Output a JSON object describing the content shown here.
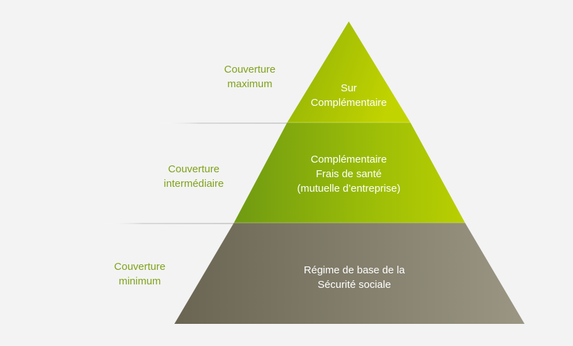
{
  "tiers": [
    {
      "level": "top",
      "lines": [
        "Sur",
        "Complémentaire"
      ]
    },
    {
      "level": "middle",
      "lines": [
        "Complémentaire",
        "Frais de santé",
        "(mutuelle d’entreprise)"
      ]
    },
    {
      "level": "bottom",
      "lines": [
        "Régime de base de la",
        "Sécurité sociale"
      ]
    }
  ],
  "coverage_labels": [
    {
      "level": "top",
      "lines": [
        "Couverture",
        "maximum"
      ]
    },
    {
      "level": "middle",
      "lines": [
        "Couverture",
        "intermédiaire"
      ]
    },
    {
      "level": "bottom",
      "lines": [
        "Couverture",
        "minimum"
      ]
    }
  ],
  "colors": {
    "background": "#f3f3f3",
    "label_green": "#7fa21a",
    "top_light": "#c2d400",
    "top_dark": "#8fb006",
    "middle_light": "#b9cf00",
    "middle_dark": "#6f9a12",
    "bottom_light": "#9b9684",
    "bottom_dark": "#6a6553",
    "tier_text": "#ffffff"
  }
}
